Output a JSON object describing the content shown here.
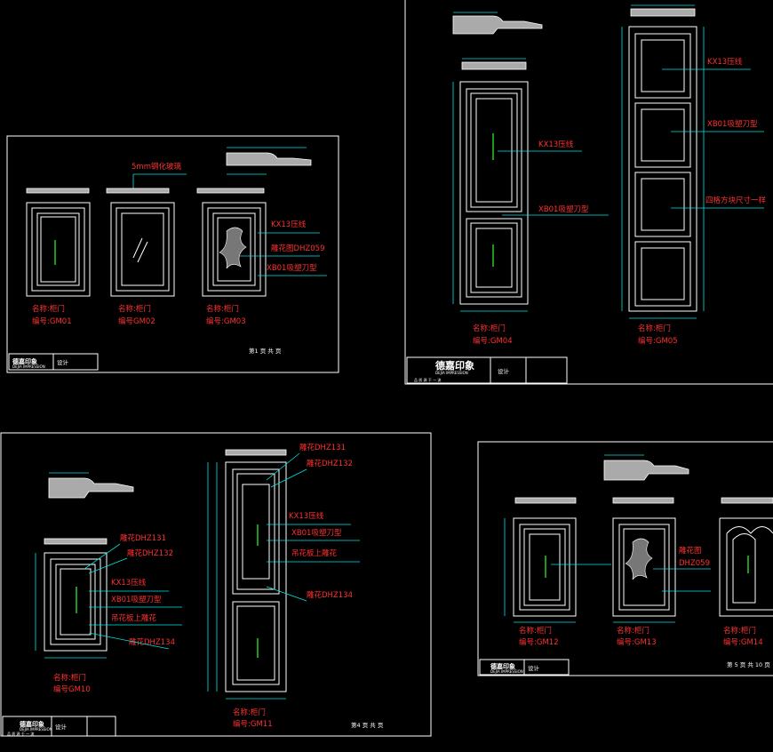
{
  "sheet1": {
    "profile_note": "5mm钢化玻璃",
    "doors": [
      {
        "name": "名称:柜门",
        "code": "编号:GM01"
      },
      {
        "name": "名称:柜门",
        "code": "编号GM02"
      },
      {
        "name": "名称:柜门",
        "code": "编号:GM03"
      }
    ],
    "callouts": [
      "KX13压线",
      "雕花图DHZ059",
      "XB01吸塑刀型"
    ],
    "title_block": {
      "company": "德嘉印象",
      "company_en": "DEJIA IMPRESSION",
      "field": "设计",
      "caption": "第1 页 共 页"
    }
  },
  "sheet2": {
    "doors": [
      {
        "name": "名称:柜门",
        "code": "编号:GM04"
      },
      {
        "name": "名称:柜门",
        "code": "编号:GM05"
      }
    ],
    "callouts": [
      "KX13压线",
      "XB01吸塑刀型",
      "KX13压线",
      "XB01吸塑刀型",
      "四格方块尺寸一样"
    ],
    "title_block": {
      "company": "德嘉印象",
      "company_en": "DEJIA IMPRESSION",
      "slogan": "品 质 源 于 一 流",
      "field": "设计"
    }
  },
  "sheet3": {
    "doors": [
      {
        "name": "名称:柜门",
        "code": "编号GM10"
      },
      {
        "name": "名称:柜门",
        "code": "编号:GM11"
      }
    ],
    "callouts_left": [
      "雕花DHZ131",
      "雕花DHZ132",
      "KX13压线",
      "XB01吸塑刀型",
      "吊花板上雕花",
      "雕花DHZ134"
    ],
    "callouts_right": [
      "雕花DHZ131",
      "雕花DHZ132",
      "KX13压线",
      "XB01吸塑刀型",
      "吊花板上雕花",
      "雕花DHZ134"
    ],
    "title_block": {
      "company": "德嘉印象",
      "company_en": "DEJIA IMPRESSION",
      "slogan": "品 质 源 于 一 流",
      "field": "设计",
      "caption": "第4 页 共 页"
    }
  },
  "sheet4": {
    "doors": [
      {
        "name": "名称:柜门",
        "code": "编号:GM12"
      },
      {
        "name": "名称:柜门",
        "code": "编号:GM13"
      },
      {
        "name": "名称:柜门",
        "code": "编号:GM14"
      }
    ],
    "callouts": [
      "雕花图",
      "DHZ059"
    ],
    "title_block": {
      "company": "德嘉印象",
      "company_en": "DEJIA IMPRESSION",
      "field": "设计",
      "caption": "第 5 页 共 10 页"
    }
  },
  "colors": {
    "background": "#000000",
    "outline": "#ffffff",
    "dimension": "#00e5e5",
    "label": "#ff3030",
    "handle": "#33ff33"
  }
}
